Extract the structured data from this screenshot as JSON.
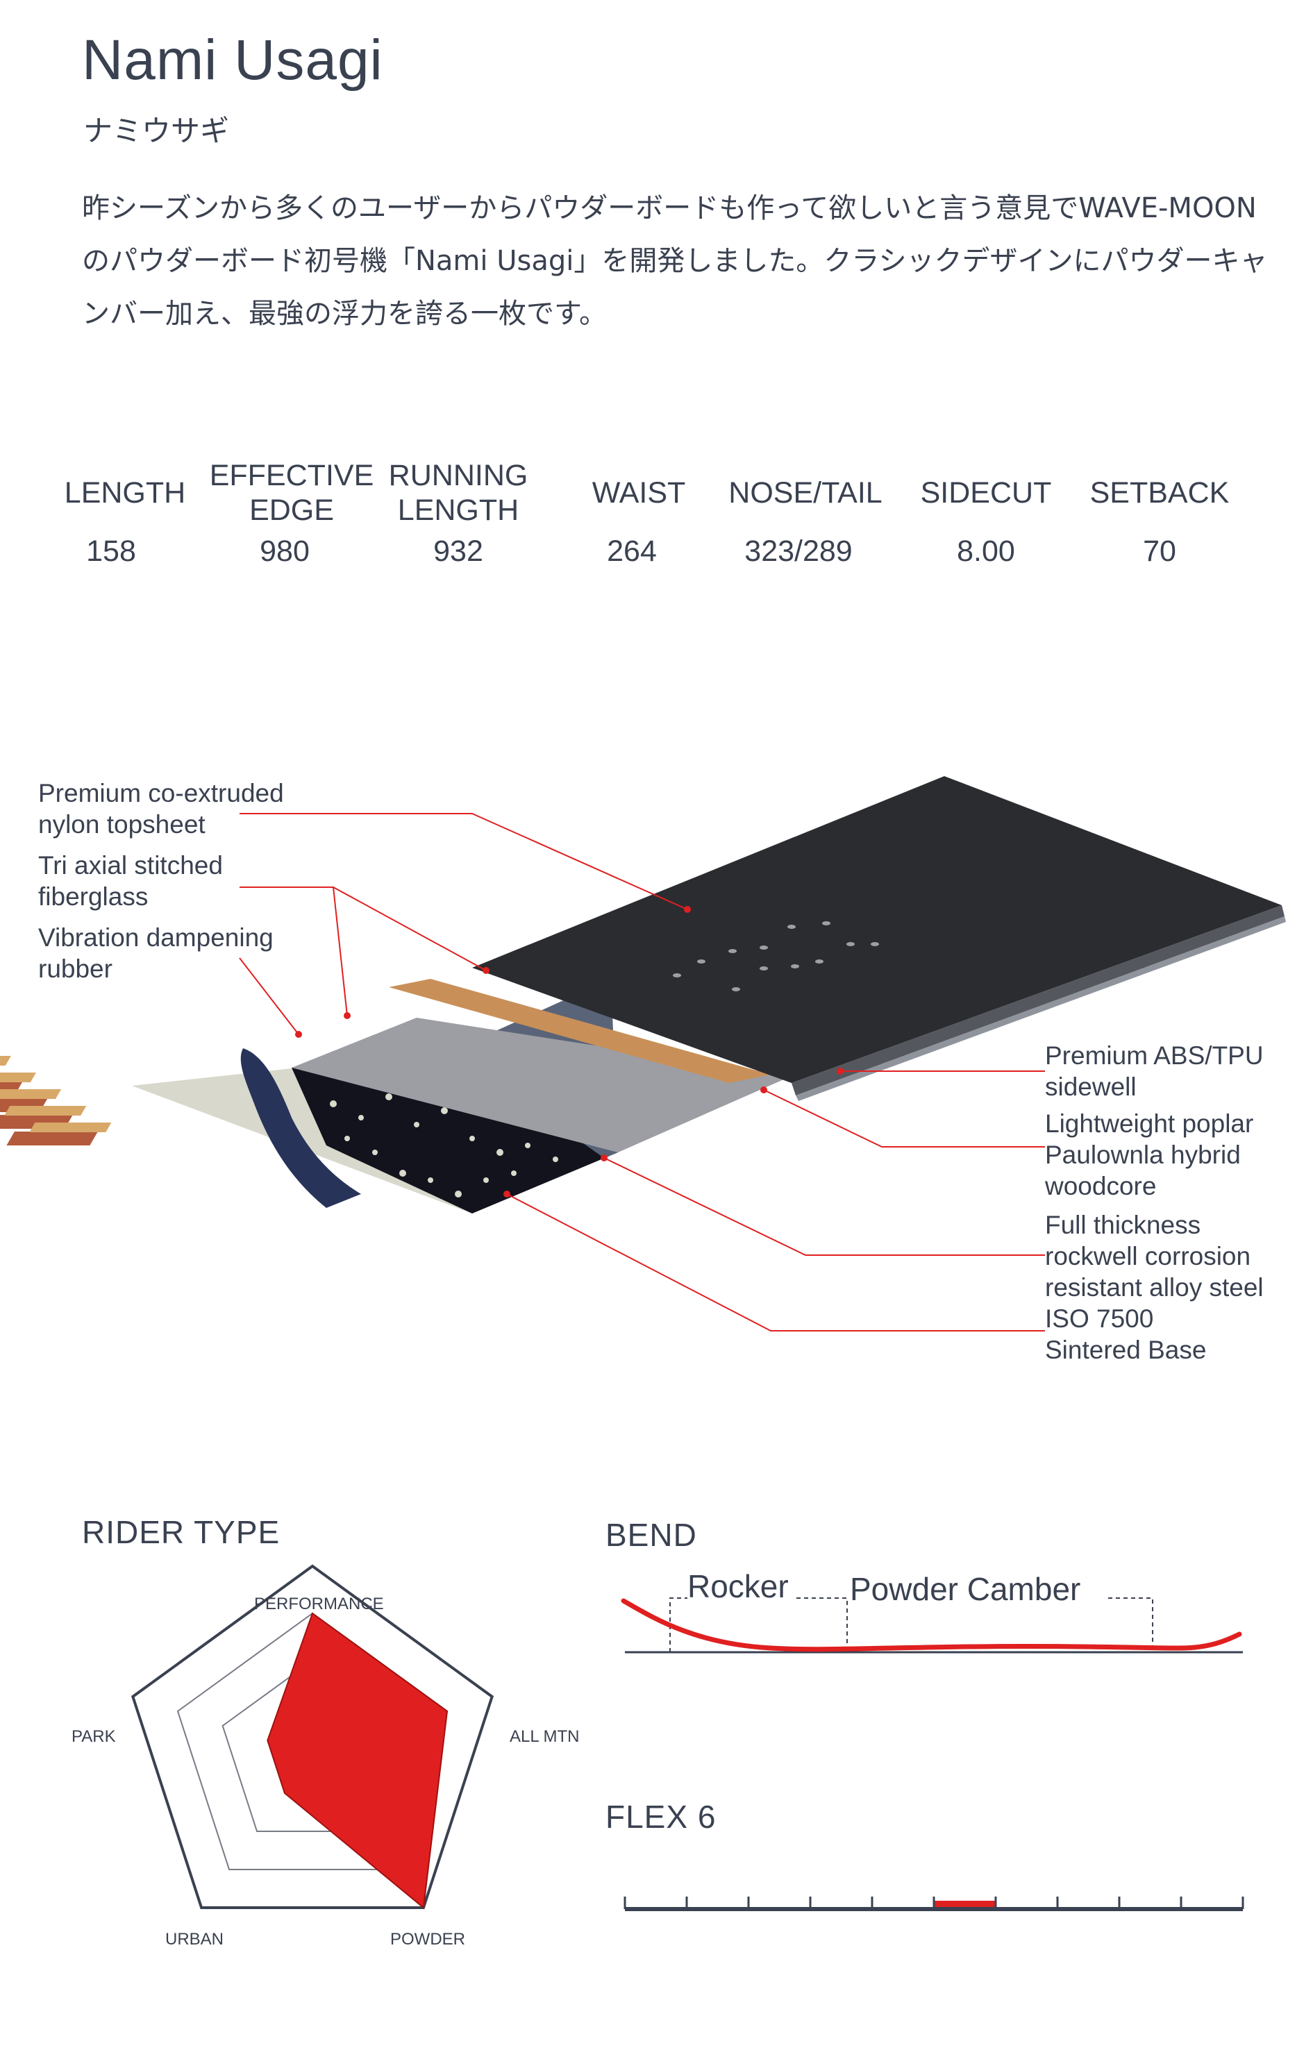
{
  "product": {
    "name": "Nami Usagi",
    "name_kana": "ナミウサギ",
    "description": "昨シーズンから多くのユーザーからパウダーボードも作って欲しいと言う意見でWAVE-MOONのパウダーボード初号機「Nami Usagi」を開発しました。クラシックデザインにパウダーキャンバー加え、最強の浮力を誇る一枚です。"
  },
  "specs": {
    "headers": {
      "length": "LENGTH",
      "effective_edge_1": "EFFECTIVE",
      "effective_edge_2": "EDGE",
      "running_length_1": "RUNNING",
      "running_length_2": "LENGTH",
      "waist": "WAIST",
      "nose_tail": "NOSE/TAIL",
      "sidecut": "SIDECUT",
      "setback": "SETBACK"
    },
    "values": {
      "length": "158",
      "effective_edge": "980",
      "running_length": "932",
      "waist": "264",
      "nose_tail": "323/289",
      "sidecut": "8.00",
      "setback": "70"
    }
  },
  "layers": {
    "left": {
      "topsheet_1": "Premium co-extruded",
      "topsheet_2": "nylon topsheet",
      "fiberglass_1": "Tri axial stitched",
      "fiberglass_2": "fiberglass",
      "rubber_1": "Vibration dampening",
      "rubber_2": "rubber"
    },
    "right": {
      "sidewell_1": "Premium ABS/TPU",
      "sidewell_2": "sidewell",
      "woodcore_1": "Lightweight poplar",
      "woodcore_2": "Paulownla hybrid",
      "woodcore_3": "woodcore",
      "steel_1": "Full thickness",
      "steel_2": "rockwell corrosion",
      "steel_3": "resistant alloy steel",
      "base_1": "ISO 7500",
      "base_2": "Sintered Base"
    }
  },
  "rider_type": {
    "title": "RIDER TYPE",
    "axes": [
      "PERFORMANCE",
      "ALL MTN",
      "POWDER",
      "URBAN",
      "PARK"
    ],
    "levels": 4,
    "values": [
      3.0,
      3.0,
      4.0,
      1.0,
      1.0
    ],
    "fill_color": "#e02020"
  },
  "bend": {
    "title": "BEND",
    "rocker_label": "Rocker",
    "camber_label": "Powder Camber",
    "line_color": "#e02020"
  },
  "flex": {
    "title": "FLEX 6",
    "value": 6,
    "max": 10,
    "marker_color": "#e02020"
  }
}
